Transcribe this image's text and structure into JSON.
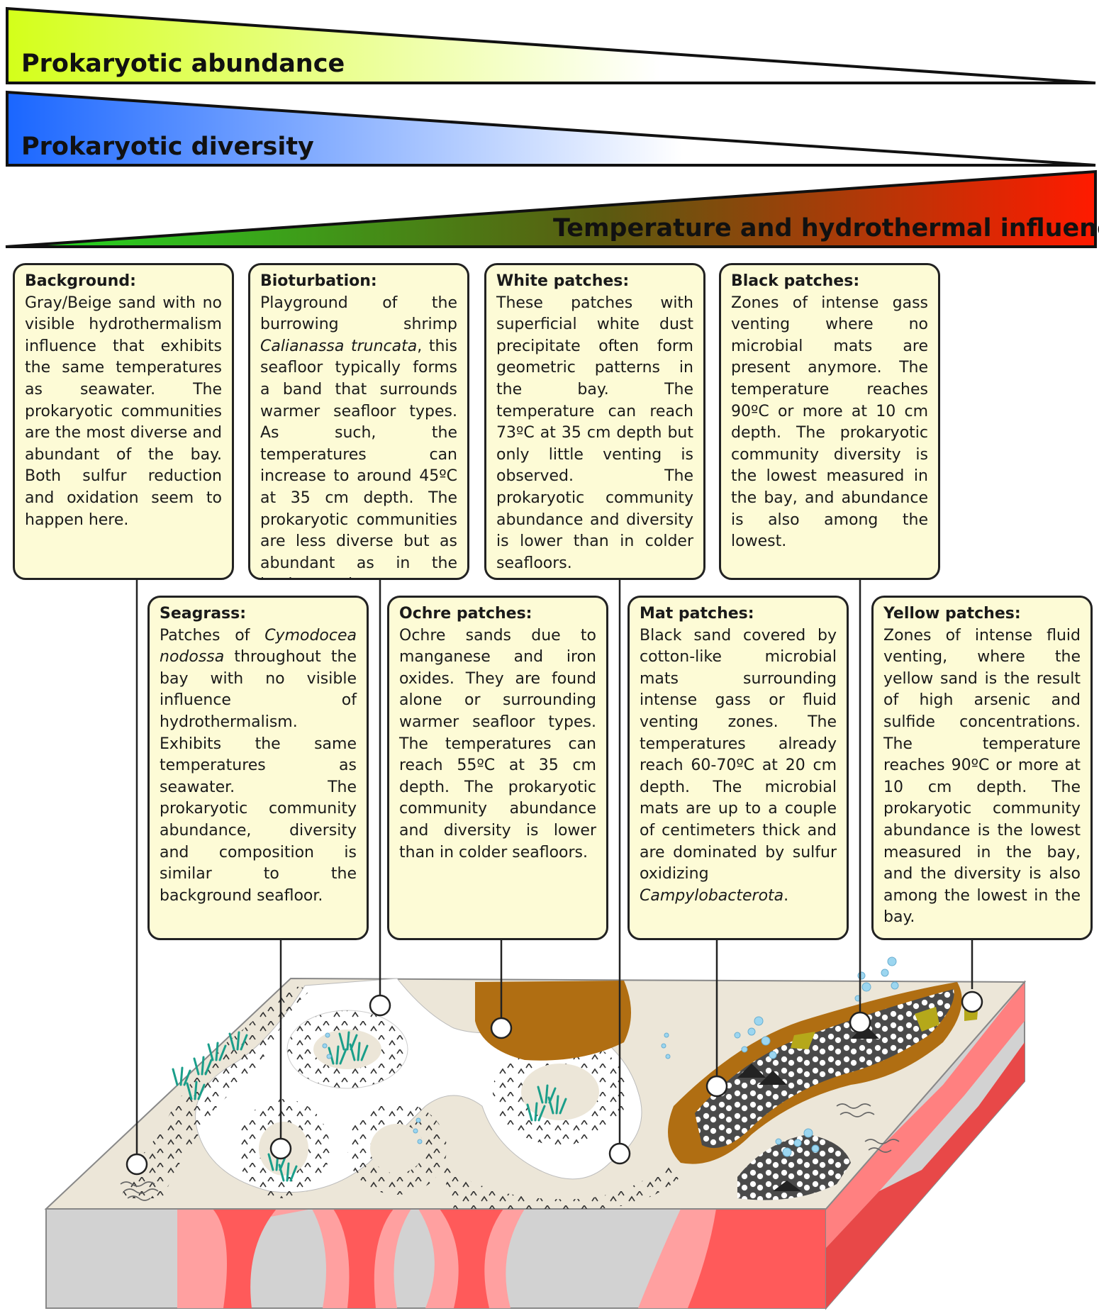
{
  "gradients": {
    "abundance": {
      "label": "Prokaryotic abundance",
      "color_start": "#d4ff1a",
      "color_end": "#ffffff"
    },
    "diversity": {
      "label": "Prokaryotic diversity",
      "color_start": "#1a66ff",
      "color_end": "#ffffff"
    },
    "temperature": {
      "label": "Temperature and hydrothermal influence",
      "color_start": "#22dd22",
      "color_mid": "#5a5a10",
      "color_end": "#ff1a00"
    }
  },
  "boxes": {
    "background": {
      "title": "Background:",
      "body_parts": [
        "Gray/Beige sand with no visible hydrothermalism influence that exhibits the same temperatures as seawater. The prokaryotic communities are the most diverse and abundant of the bay. Both sulfur reduction and oxidation seem to happen here."
      ]
    },
    "bioturbation": {
      "title": "Bioturbation:",
      "body_parts": [
        "Playground of the burrowing shrimp ",
        "Calianassa truncata",
        ", this seafloor typically forms a band that surrounds warmer seafloor types. As such, the temperatures can increase to around 45ºC at 35 cm depth. The prokaryotic communities are less diverse but as abundant as in the background."
      ]
    },
    "white": {
      "title": "White patches:",
      "body_parts": [
        "These patches with superficial white dust precipitate often form geometric patterns in the bay. The temperature can reach 73ºC at 35 cm depth but only little venting is observed. The prokaryotic community abundance and diversity is lower than in colder seafloors."
      ]
    },
    "black": {
      "title": "Black patches:",
      "body_parts": [
        "Zones of intense gass venting where no microbial mats are present anymore. The temperature reaches 90ºC or more at 10 cm depth. The prokaryotic community diversity is the lowest measured in the bay, and abundance is also among the lowest."
      ]
    },
    "seagrass": {
      "title": "Seagrass:",
      "body_parts": [
        "Patches of ",
        "Cymodocea nodossa",
        " throughout the bay with no visible influence of hydrothermalism. Exhibits the same temperatures as seawater. The prokaryotic community abundance, diversity and composition is similar to the background seafloor."
      ]
    },
    "ochre": {
      "title": "Ochre patches:",
      "body_parts": [
        "Ochre sands due to manganese and iron oxides. They are found alone or surrounding warmer seafloor types. The temperatures can reach 55ºC at 35 cm depth. The prokaryotic community abundance and diversity is lower than in colder seafloors."
      ]
    },
    "mat": {
      "title": "Mat patches:",
      "body_parts": [
        "Black sand covered by cotton-like microbial mats surrounding intense gass or fluid venting zones. The temperatures already reach 60-70ºC at 20 cm depth. The microbial mats are up to a couple of centimeters thick and are dominated by sulfur oxidizing ",
        "Campylobacterota",
        "."
      ]
    },
    "yellow": {
      "title": "Yellow patches:",
      "body_parts": [
        "Zones of intense fluid venting, where the yellow sand is the result of high arsenic and sulfide concentrations. The temperature reaches 90ºC or more at 10 cm depth. The prokaryotic community abundance is the lowest measured in the bay, and the diversity is also among the lowest in the bay."
      ]
    }
  },
  "colors": {
    "box_fill": "#fdfbd6",
    "sand": "#ece6d8",
    "ochre": "#b06e12",
    "mat_dark": "#4a4a4a",
    "seagrass": "#1a9e8a",
    "sediment_gray": "#d2d2d2",
    "sediment_hot": "#ff6a6a",
    "bubble": "#9cd6f0"
  }
}
